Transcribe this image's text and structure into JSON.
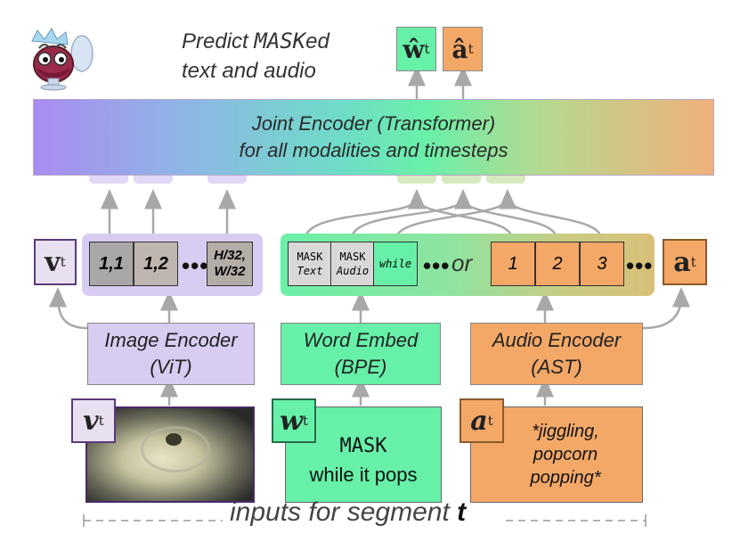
{
  "prompt": {
    "line1_pre": "Predict ",
    "line1_mask": "MASK",
    "line1_post": "ed",
    "line2": "text and audio"
  },
  "outputs": {
    "w": "ŵ",
    "w_sub": "t",
    "a": "â",
    "a_sub": "t"
  },
  "joint_encoder": {
    "line1": "Joint Encoder (Transformer)",
    "line2": "for all modalities and timesteps"
  },
  "image_tokens": {
    "t1": "1,1",
    "t2": "1,2",
    "dots": "•••",
    "t3_line1": "H/32,",
    "t3_line2": "W/32"
  },
  "word_tokens": {
    "mask_text_top": "MASK",
    "mask_text_bottom": "Text",
    "mask_audio_top": "MASK",
    "mask_audio_bottom": "Audio",
    "while": "while",
    "dots": "•••",
    "or": "or"
  },
  "audio_tokens": {
    "t1": "1",
    "t2": "2",
    "t3": "3",
    "dots": "•••"
  },
  "side_labels": {
    "v": "v",
    "v_sub": "t",
    "a": "a",
    "a_sub": "t"
  },
  "encoders": {
    "image_line1": "Image Encoder",
    "image_line2": "(ViT)",
    "word_line1": "Word Embed",
    "word_line2": "(BPE)",
    "audio_line1": "Audio Encoder",
    "audio_line2": "(AST)"
  },
  "inputs": {
    "v_label": "v",
    "v_sub": "t",
    "w_label": "w",
    "w_sub": "t",
    "a_label": "a",
    "a_sub": "t",
    "text_line1": "MASK",
    "text_line2": "while it pops",
    "audio_line1": "*jiggling,",
    "audio_line2": "popcorn",
    "audio_line3": "popping*"
  },
  "caption": {
    "pre": "inputs for segment ",
    "bold": "t"
  },
  "colors": {
    "image": "#d8ccf2",
    "word": "#66f0a8",
    "audio": "#f4a868",
    "joint_start": "#a98cf0",
    "joint_end": "#f0b07a"
  }
}
